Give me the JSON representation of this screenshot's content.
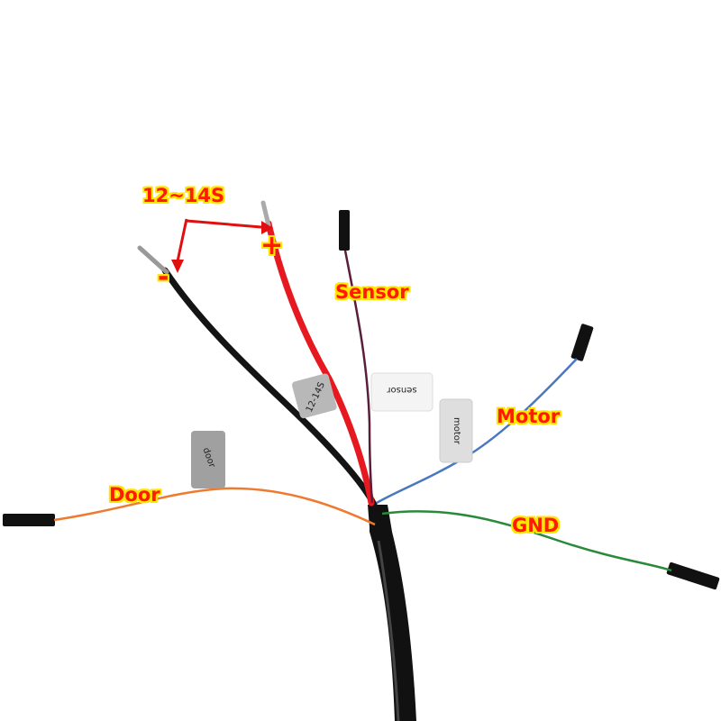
{
  "callouts": {
    "voltage": "12~14S",
    "negative": "-",
    "positive": "+",
    "sensor": "Sensor",
    "motor": "Motor",
    "door": "Door",
    "gnd": "GND"
  },
  "tags": {
    "red_wire": "12-14S",
    "sensor_wire": "sensor",
    "motor_wire": "motor",
    "door_wire": "door"
  },
  "colors": {
    "label_text": "#ff1a00",
    "label_outline": "#ffe600",
    "arrow": "#e01010",
    "cable": "#111111",
    "red_wire": "#e5191f",
    "black_wire": "#141414",
    "sensor_wire": "#5a1e3a",
    "motor_wire": "#4a78c0",
    "door_wire": "#ee7a30",
    "gnd_wire": "#2a8a3a"
  }
}
